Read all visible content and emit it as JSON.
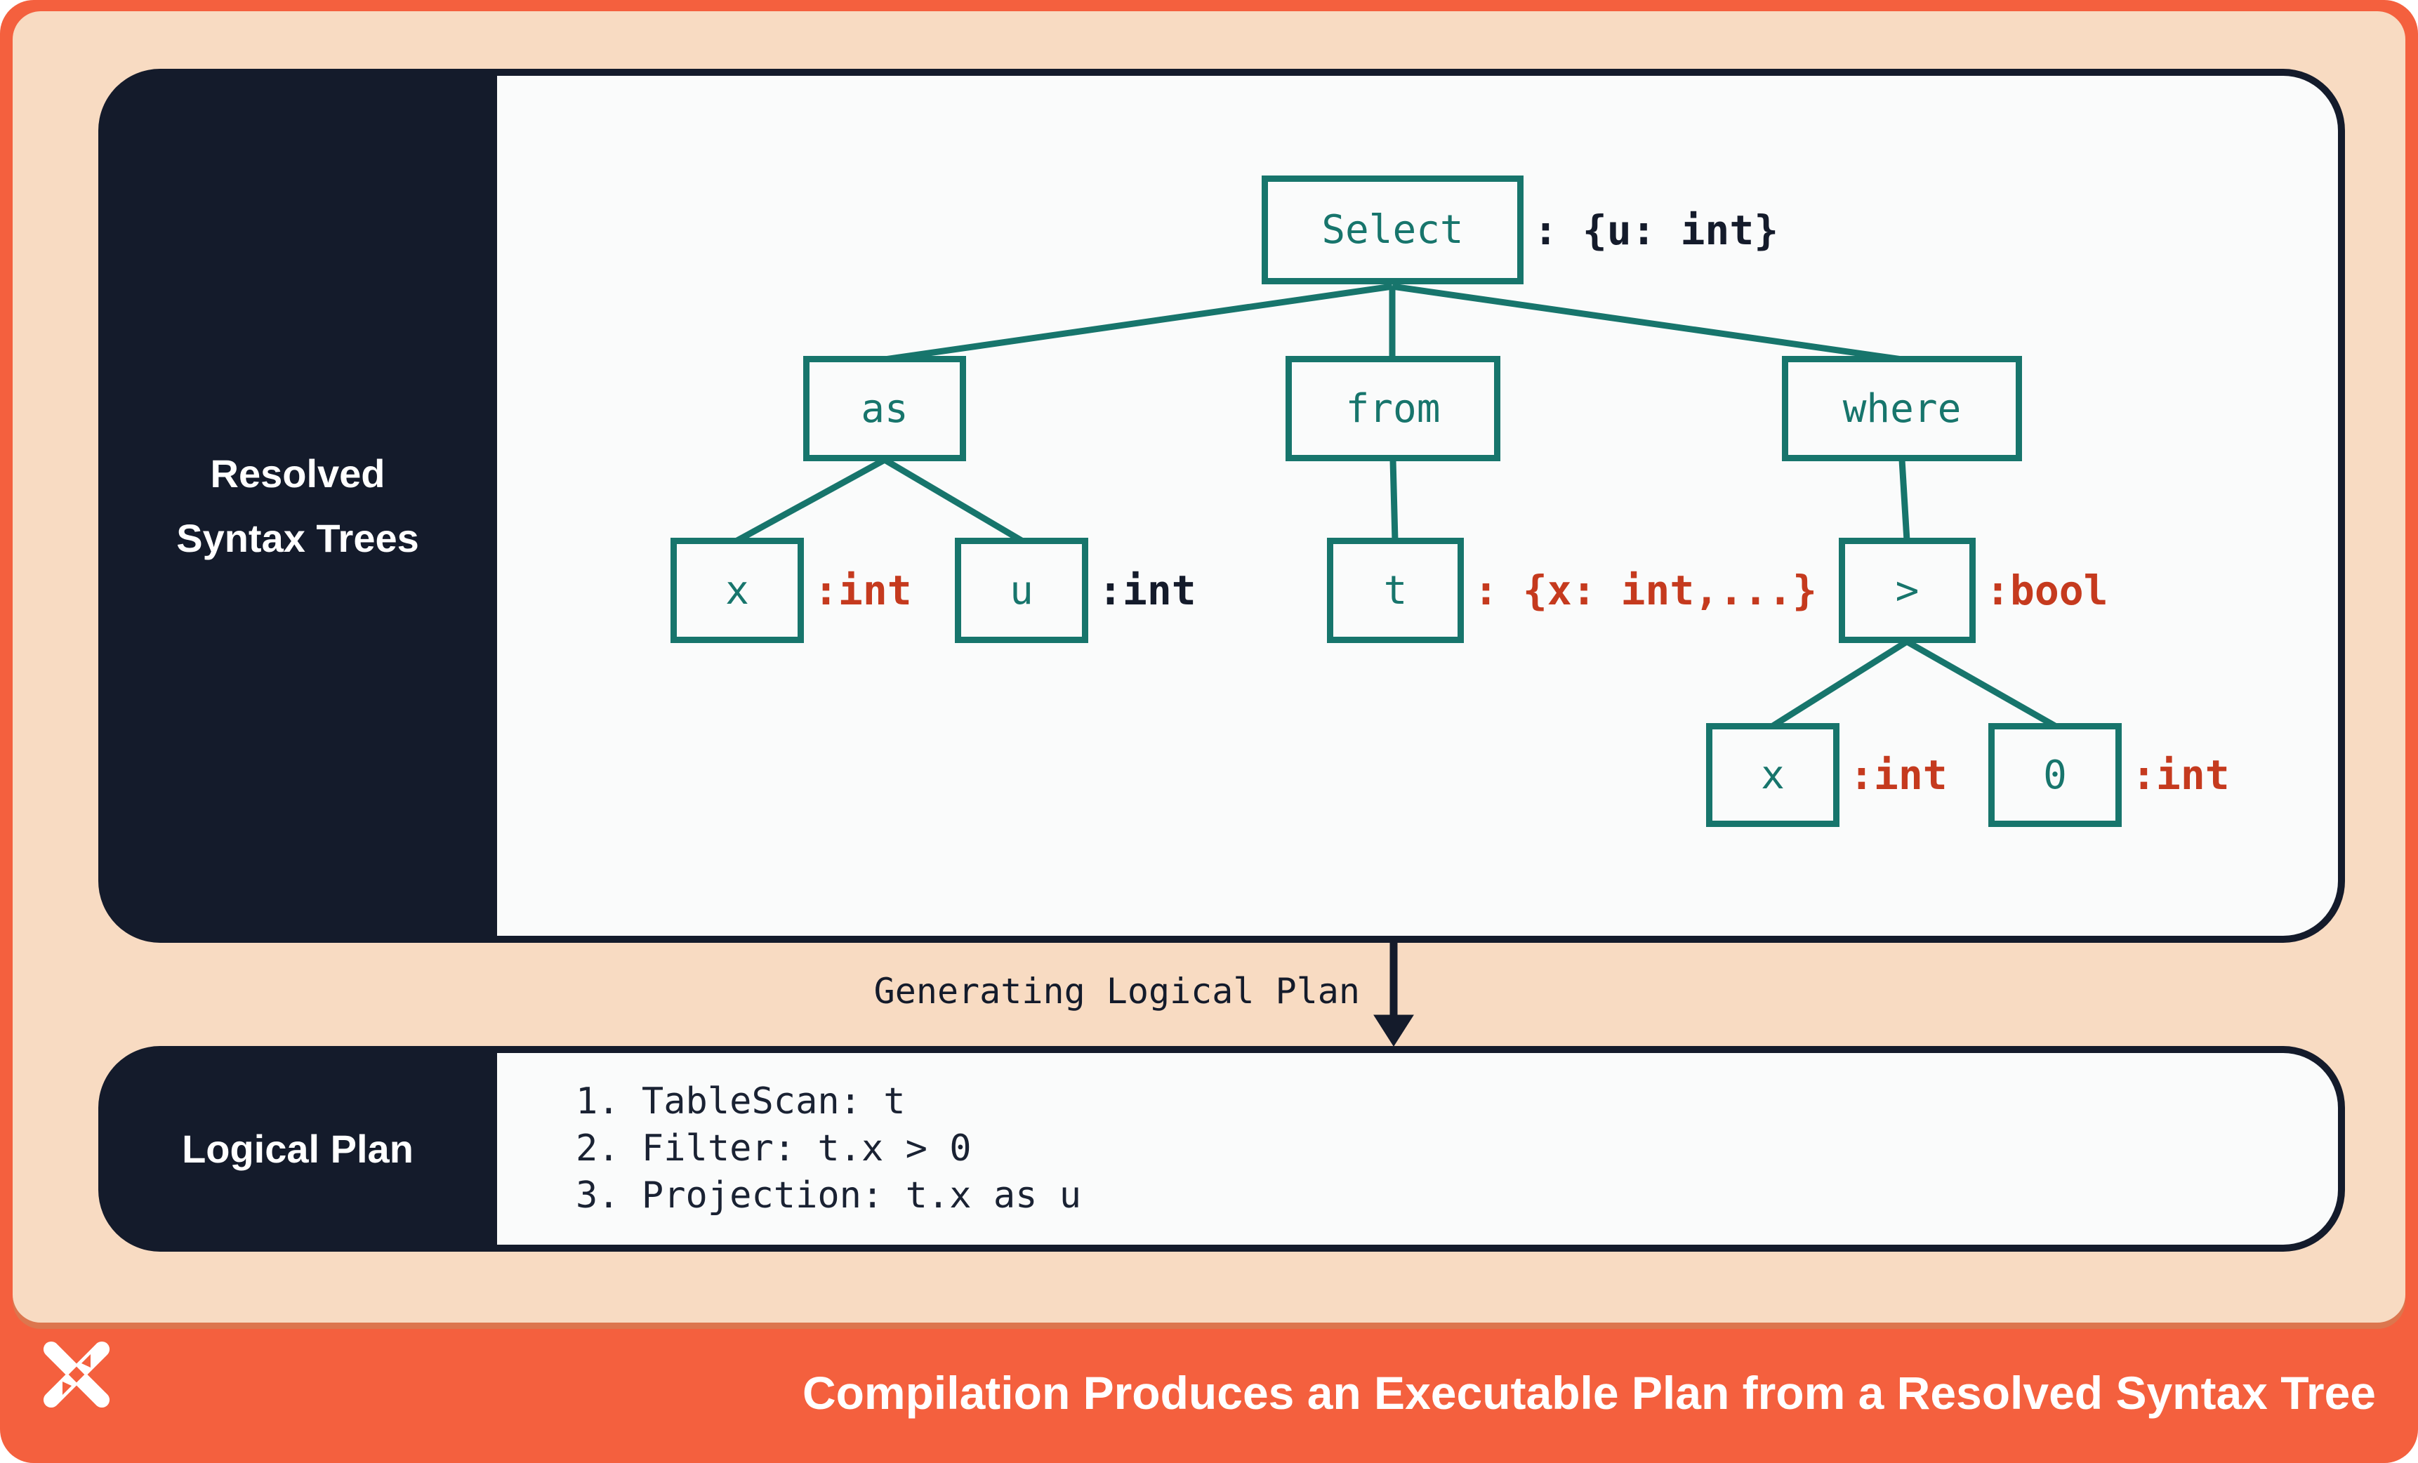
{
  "colors": {
    "frame_orange": "#F4603E",
    "peach": "#F8DBC2",
    "peach_shadow": "#DC764E",
    "navy": "#141B2B",
    "teal": "#17756C",
    "type_red": "#C53A1E",
    "panel_white": "#FAFBFB",
    "footer_text": "#FFFFFF"
  },
  "resolved_panel": {
    "sidebar_label_line1": "Resolved",
    "sidebar_label_line2": "Syntax Trees"
  },
  "tree": {
    "select": {
      "label": "Select",
      "type_annotation": ": {u: int}"
    },
    "as": {
      "label": "as"
    },
    "from": {
      "label": "from"
    },
    "where": {
      "label": "where"
    },
    "x_as": {
      "label": "x",
      "type_annotation": ":int"
    },
    "u_as": {
      "label": "u",
      "type_annotation": ":int"
    },
    "t_from": {
      "label": "t",
      "type_annotation": ": {x: int,...}"
    },
    "gt_where": {
      "label": ">",
      "type_annotation": ":bool"
    },
    "x_gt": {
      "label": "x",
      "type_annotation": ":int"
    },
    "zero_gt": {
      "label": "0",
      "type_annotation": ":int"
    }
  },
  "transition": {
    "label": "Generating Logical Plan"
  },
  "logical_plan": {
    "sidebar_label": "Logical Plan",
    "lines": [
      "1. TableScan: t",
      "2. Filter: t.x > 0",
      "3. Projection: t.x as u"
    ]
  },
  "footer": {
    "caption": "Compilation Produces an Executable Plan from a Resolved Syntax Tree",
    "logo": "x-pinwheel-logo"
  }
}
